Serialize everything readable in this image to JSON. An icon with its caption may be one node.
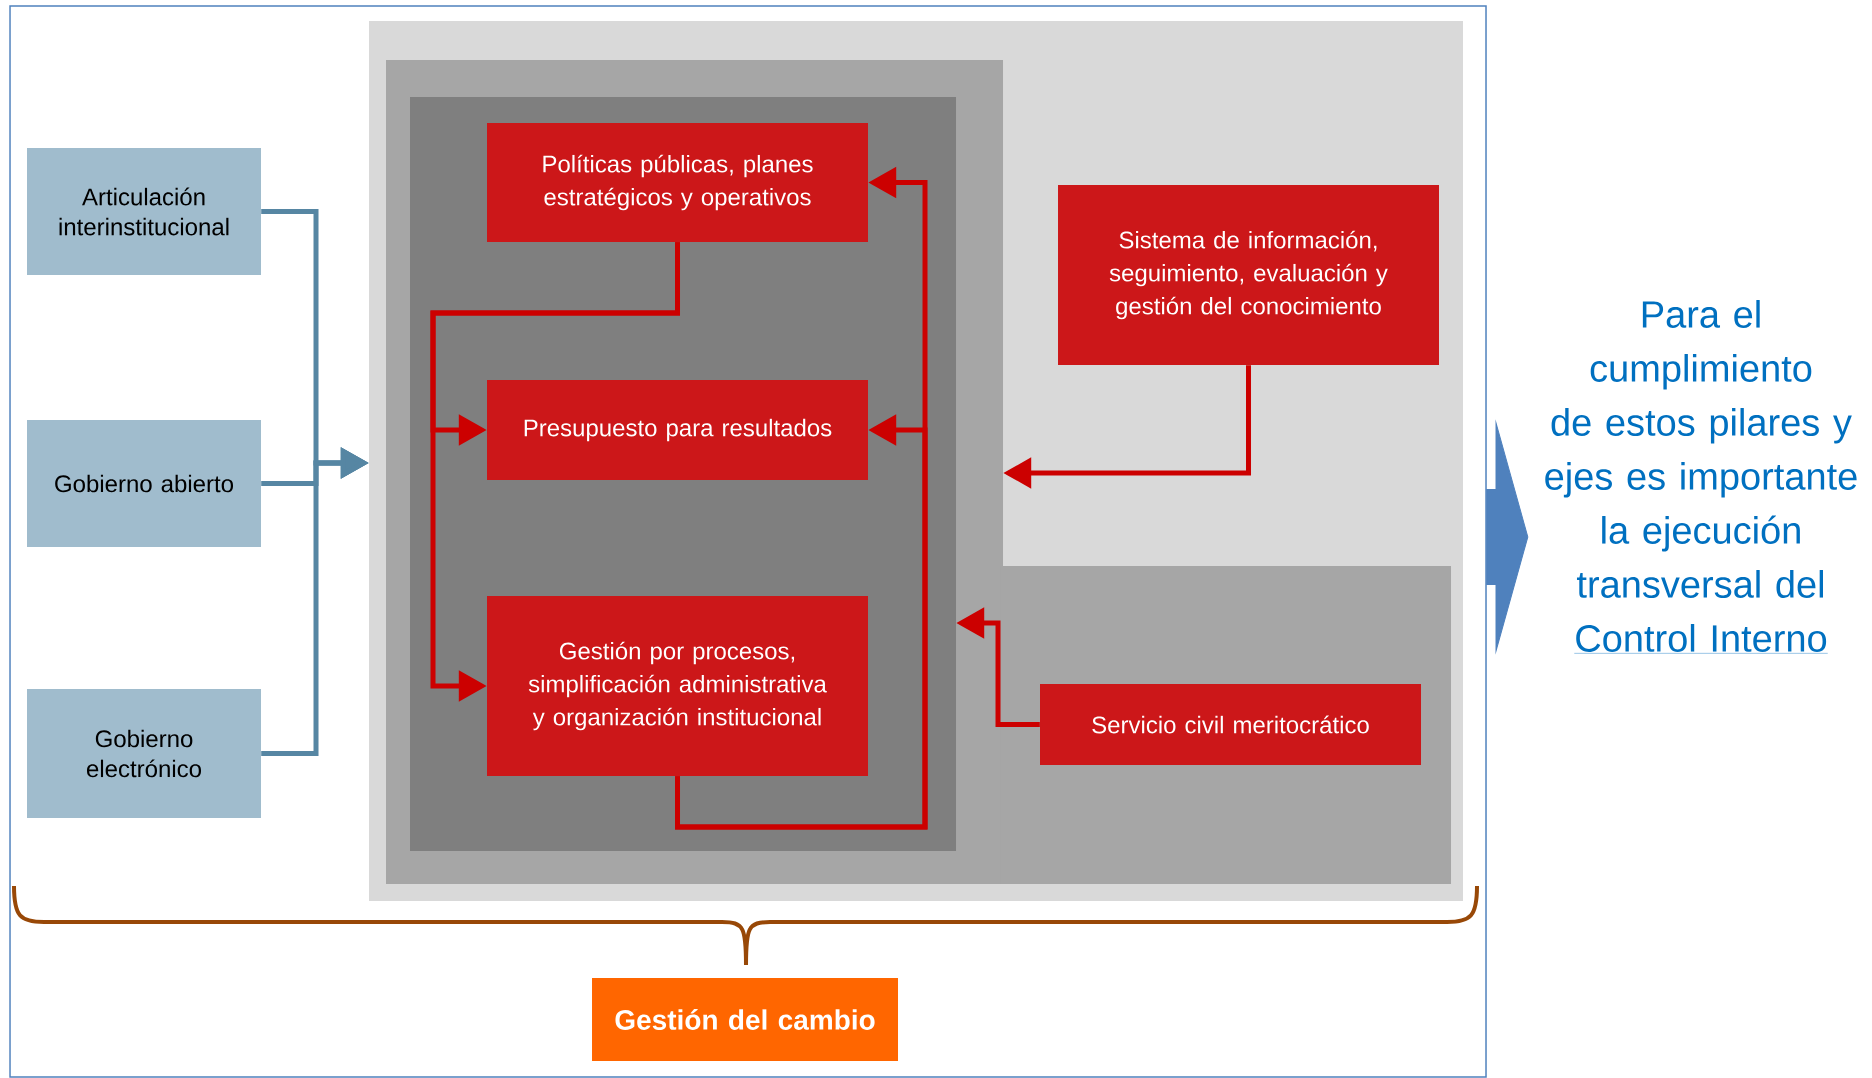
{
  "diagram": {
    "nodes": [
      {
        "text": [],
        "shape": "box"
      },
      {
        "text": [
          "Articulación interinstitucional"
        ],
        "in": 0
      },
      {
        "text": [
          "Gobierno  abierto"
        ],
        "in": 0
      },
      {
        "text": [
          "Gobierno electrónico"
        ],
        "in": 0
      },
      {
        "text": [],
        "shape": "box",
        "in": 0
      },
      {
        "text": [],
        "shape": "box",
        "in": 4
      },
      {
        "text": [],
        "shape": "box",
        "in": 5
      },
      {
        "text": [
          "Políticas públicas, planes estratégicos y operativos"
        ],
        "in": 6
      },
      {
        "text": [
          "Presupuesto para resultados"
        ],
        "in": 6
      },
      {
        "text": [
          "Gestión por procesos, simplificación administrativa y organización institucional"
        ],
        "in": 6
      },
      {
        "text": [
          "Sistema de información, seguimiento, evaluación y gestión del conocimiento"
        ],
        "in": 4
      },
      {
        "text": [
          "Servicio civil meritocrático"
        ],
        "in": 4
      },
      {
        "text": [
          "Gestión del cambio"
        ],
        "in": 0
      },
      {
        "text": [
          "Para el cumplimiento de estos pilares y ejes es importante la ejecución transversal del",
          "Control Interno"
        ]
      }
    ],
    "edges": [
      {
        "from": 1,
        "to": 4,
        "arrow": "to",
        "color": "#5686a3"
      },
      {
        "from": 2,
        "to": 4,
        "arrow": "to",
        "color": "#5686a3"
      },
      {
        "from": 3,
        "to": 4,
        "arrow": "to",
        "color": "#5686a3"
      },
      {
        "from": 7,
        "to": 8,
        "arrow": "to"
      },
      {
        "from": 7,
        "to": 9,
        "arrow": "to"
      },
      {
        "from": 9,
        "to": 8,
        "arrow": "to"
      },
      {
        "from": 9,
        "to": 7,
        "arrow": "to"
      },
      {
        "from": 10,
        "to": 5,
        "arrow": "to"
      },
      {
        "from": 11,
        "to": 6,
        "arrow": "to"
      },
      {
        "from": 0,
        "to": 13,
        "arrow": "to",
        "style": "thick",
        "color": "#4f81bd"
      }
    ]
  }
}
